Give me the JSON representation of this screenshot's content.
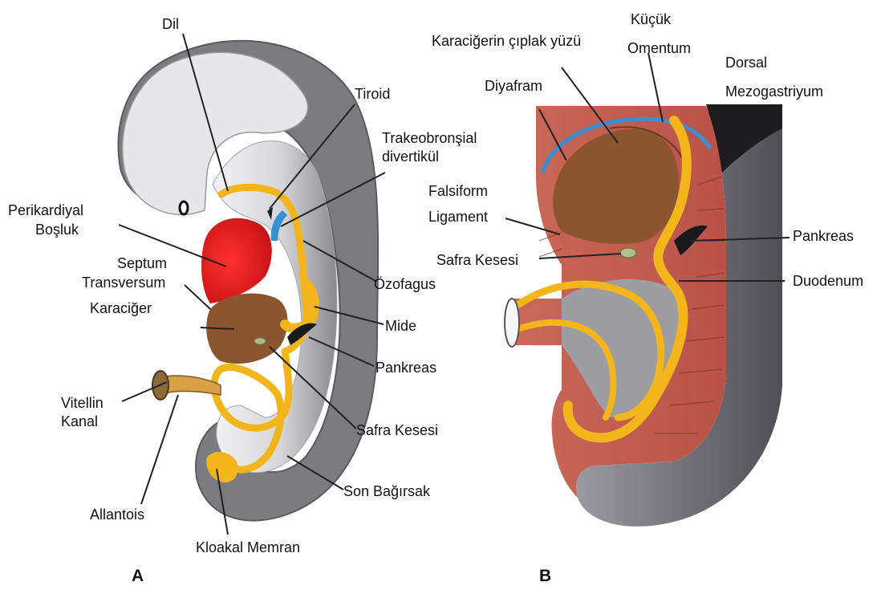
{
  "panel_a": {
    "letter": "A",
    "labels": {
      "dil": "Dil",
      "tiroid": "Tiroid",
      "trakeo_1": "Trakeobronşial",
      "trakeo_2": "divertikül",
      "perikardiyal_1": "Perikardiyal",
      "perikardiyal_2": "Boşluk",
      "septum_1": "Septum",
      "septum_2": "Transversum",
      "karaciger": "Karaciğer",
      "ozofagus": "Özofagus",
      "mide": "Mide",
      "pankreas": "Pankreas",
      "vitellin_1": "Vitellin",
      "vitellin_2": "Kanal",
      "safra_kesesi": "Safra Kesesi",
      "allantois": "Allantois",
      "son_bagirsak": "Son Bağırsak",
      "kloakal_memran": "Kloakal Memran"
    }
  },
  "panel_b": {
    "letter": "B",
    "labels": {
      "karaciger_ciplak": "Karaciğerin çıplak yüzü",
      "kucuk_1": "Küçük",
      "kucuk_2": "Omentum",
      "dorsal_1": "Dorsal",
      "dorsal_2": "Mezogastriyum",
      "diyafram": "Diyafram",
      "falsiform_1": "Falsiform",
      "falsiform_2": "Ligament",
      "pankreas": "Pankreas",
      "safra_kesesi": "Safra Kesesi",
      "duodenum": "Duodenum"
    }
  },
  "colors": {
    "embryo_light": "#ececee",
    "embryo_mid": "#b8b8bc",
    "embryo_dark": "#6e6e73",
    "pericardium_red": "#e5161b",
    "liver_brown": "#8b5530",
    "gut_yellow": "#f2b51c",
    "trachea_blue": "#3a8fd0",
    "pancreas_black": "#1a1a1a",
    "mesentery_red": "#c8604c"
  }
}
